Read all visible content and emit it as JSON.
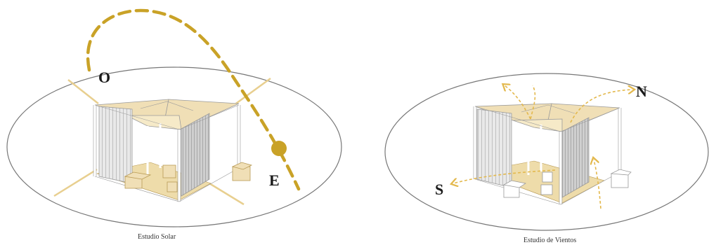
{
  "colors": {
    "accent": "#C9A227",
    "roof": "#F0DFB6",
    "floor": "#EEDCAA",
    "ellipse_stroke": "#777777",
    "wall_light": "#E6E6E6",
    "wall_dark": "#C9C9C9",
    "frame": "#FFFFFF",
    "frame_stroke": "#9A9A9A",
    "wind": "#E3B84C",
    "text": "#1a1a1a"
  },
  "solar_study": {
    "caption": "Estudio Solar",
    "west_label": "O",
    "east_label": "E",
    "sun_icon": "sun-icon"
  },
  "wind_study": {
    "caption": "Estudio de Vientos",
    "north_label": "N",
    "south_label": "S",
    "arrow_icon": "wind-arrow-icon"
  }
}
